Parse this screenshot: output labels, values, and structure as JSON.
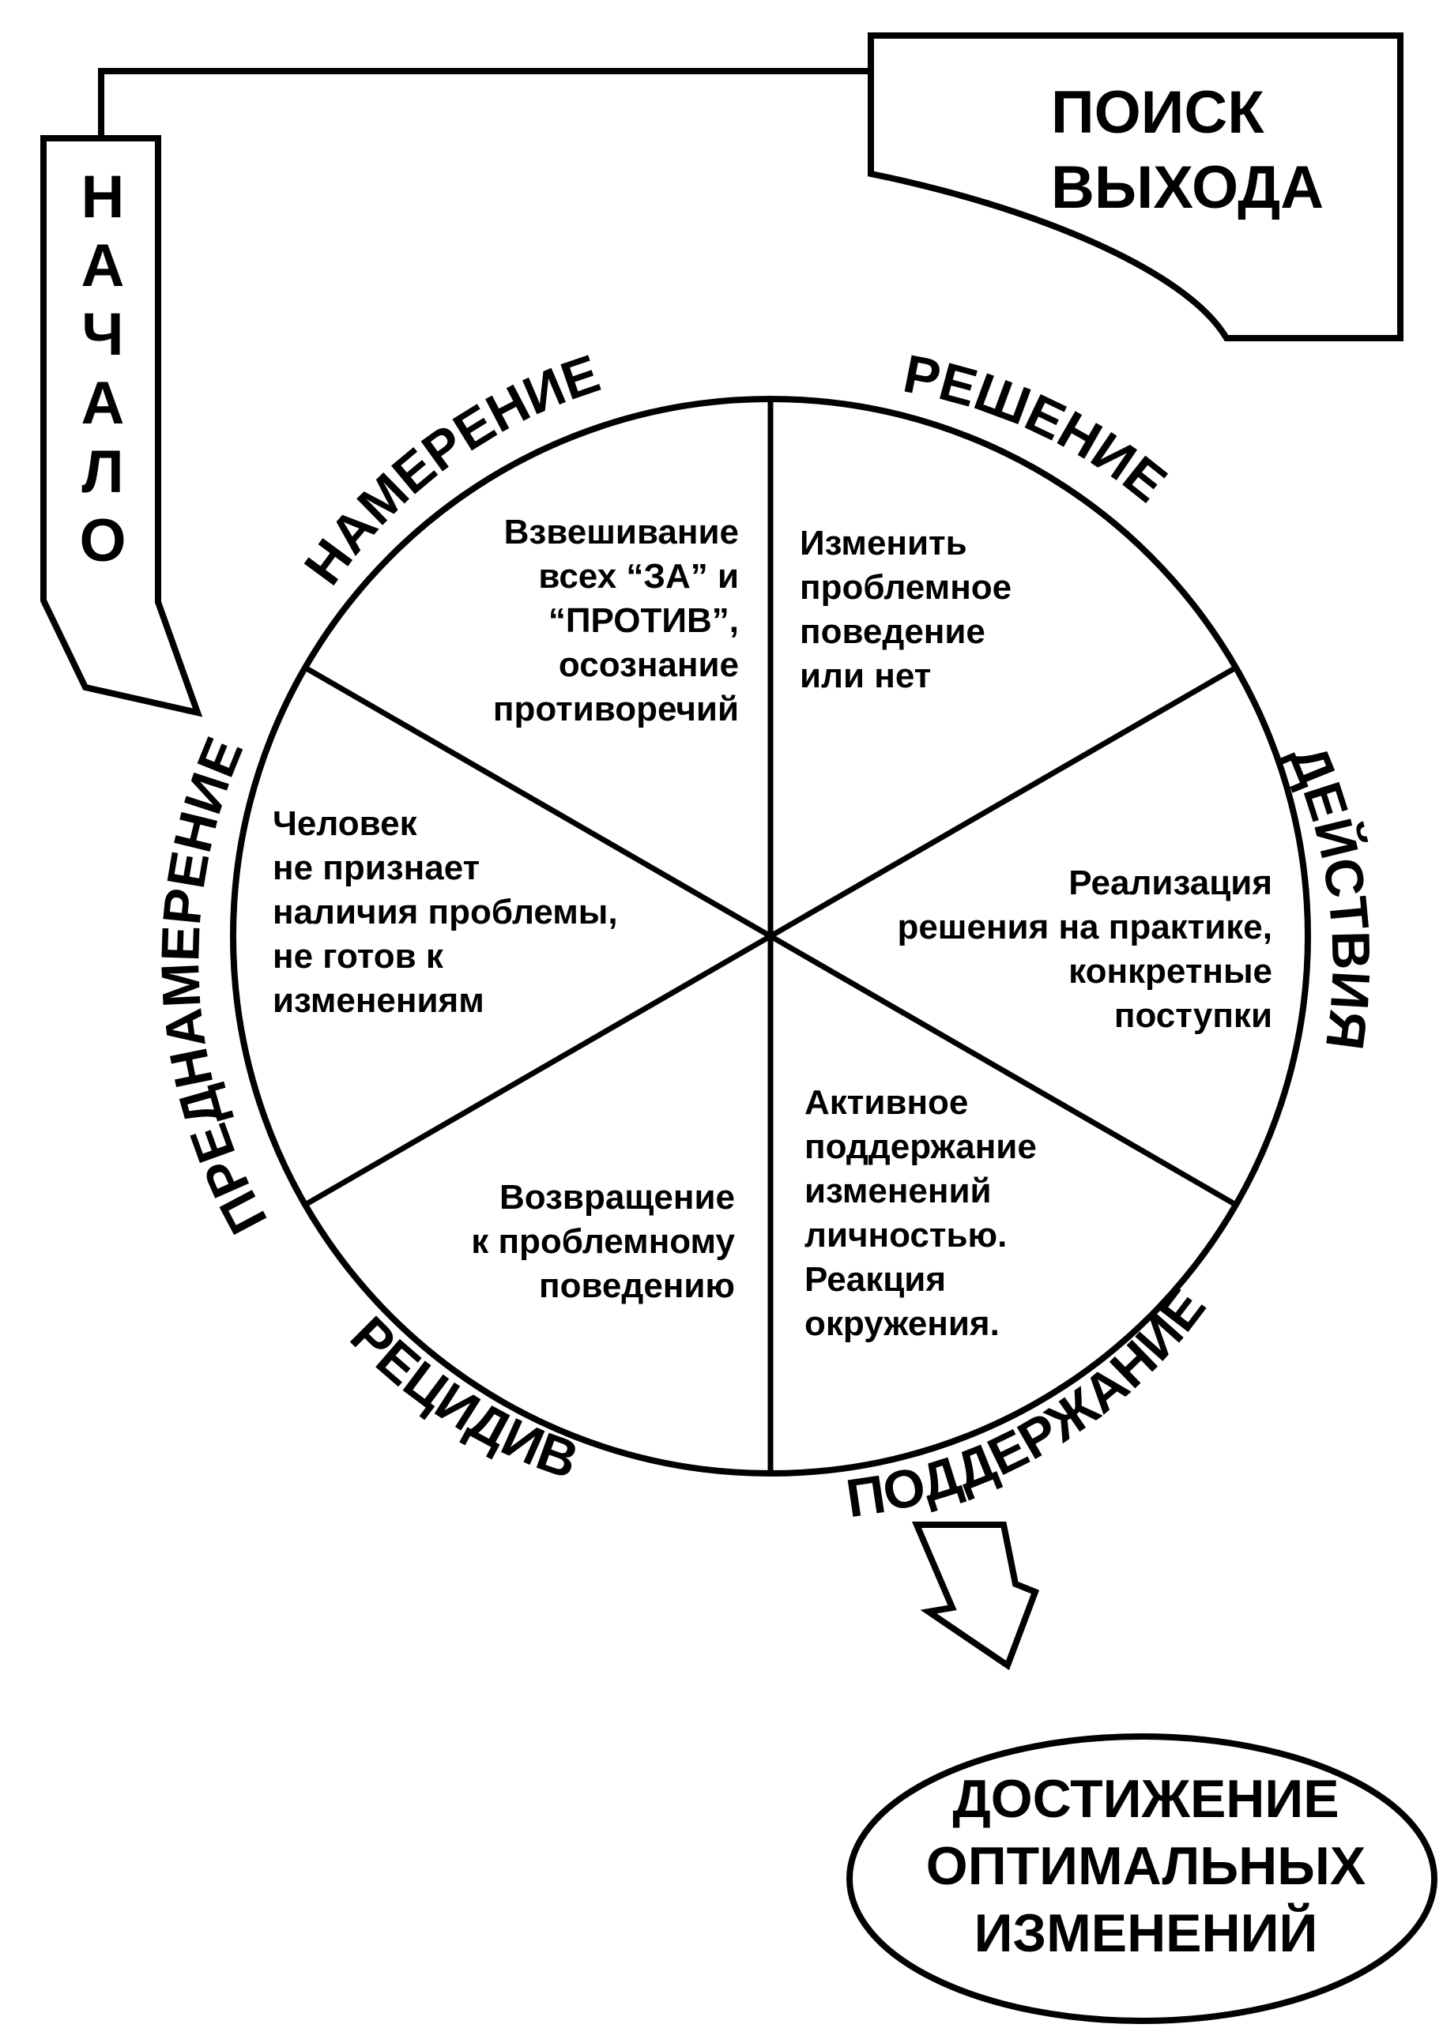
{
  "start_label": "НАЧАЛО",
  "exit_box": {
    "lines": [
      "ПОИСК",
      "ВЫХОДА"
    ]
  },
  "stages": {
    "precontemplation": "ПРЕДНАМЕРЕНИЕ",
    "contemplation": "НАМЕРЕНИЕ",
    "decision": "РЕШЕНИЕ",
    "action": "ДЕЙСТВИЯ",
    "maintenance": "ПОДДЕРЖАНИЕ",
    "relapse": "РЕЦИДИВ"
  },
  "segments": {
    "contemplation": [
      "Взвешивание",
      "всех “ЗА” и",
      "“ПРОТИВ”,",
      "осознание",
      "противоречий"
    ],
    "decision": [
      "Изменить",
      "проблемное",
      "поведение",
      "или нет"
    ],
    "precontemplation": [
      "Человек",
      "не признает",
      "наличия проблемы,",
      "не готов к",
      "изменениям"
    ],
    "action": [
      "Реализация",
      "решения на практике,",
      "конкретные",
      "поступки"
    ],
    "relapse": [
      "Возвращение",
      "к проблемному",
      "поведению"
    ],
    "maintenance": [
      "Активное",
      "поддержание",
      "изменений",
      "личностью.",
      "Реакция",
      "окружения."
    ]
  },
  "outcome": {
    "lines": [
      "ДОСТИЖЕНИЕ",
      "ОПТИМАЛЬНЫХ",
      "ИЗМЕНЕНИЙ"
    ]
  }
}
